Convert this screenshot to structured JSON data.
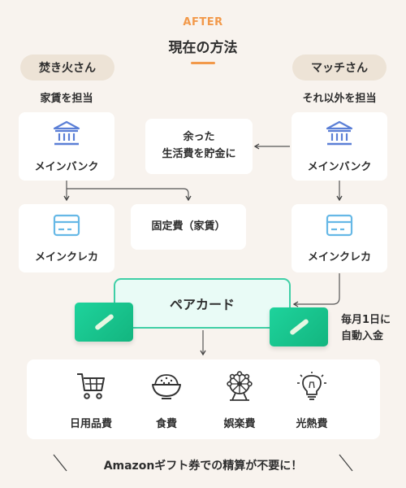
{
  "header": {
    "eyebrow": "AFTER",
    "title": "現在の方法"
  },
  "left_person": {
    "name": "焚き火さん",
    "role": "家賃を担当",
    "bank_label": "メインバンク",
    "card_label": "メインクレカ"
  },
  "right_person": {
    "name": "マッチさん",
    "role": "それ以外を担当",
    "bank_label": "メインバンク",
    "card_label": "メインクレカ"
  },
  "savings_note": {
    "line1": "余った",
    "line2": "生活費を貯金に"
  },
  "fixed_cost": "固定費（家賃）",
  "pair_card": {
    "label": "ペアカード"
  },
  "auto_deposit": {
    "line1": "毎月1日に",
    "line2": "自動入金"
  },
  "spending": [
    {
      "label": "日用品費",
      "icon": "shopping-cart-icon"
    },
    {
      "label": "食費",
      "icon": "rice-bowl-icon"
    },
    {
      "label": "娯楽費",
      "icon": "ferris-wheel-icon"
    },
    {
      "label": "光熱費",
      "icon": "light-bulb-icon"
    }
  ],
  "footer": "Amazonギフト券での精算が不要に！",
  "colors": {
    "accent_orange": "#f2994a",
    "bank_blue": "#5b7fd6",
    "card_blue": "#66b8e6",
    "mint": "#3fcfa6",
    "green_card": "#1ec795",
    "pill_bg": "#ede3d6",
    "background": "#f8f3ee"
  }
}
